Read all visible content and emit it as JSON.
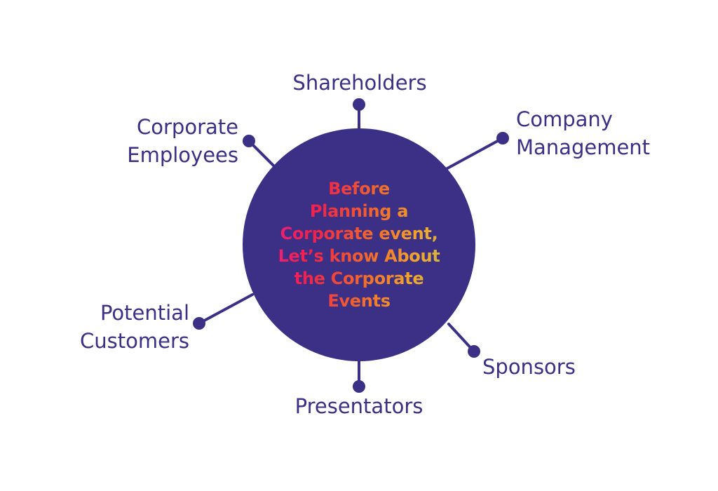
{
  "colors": {
    "hub": "#3b2f86",
    "connector": "#3b2f86",
    "label": "#3b2f86",
    "center_gradient": [
      "#e81d9b",
      "#f0224a",
      "#f26a2a",
      "#f1a62c",
      "#b9c94a"
    ]
  },
  "center": {
    "text": "Before\nPlanning a\nCorporate event,\nLet’s know About\nthe Corporate\nEvents"
  },
  "stakeholders": {
    "shareholders": "Shareholders",
    "corporate_employees": "Corporate\nEmployees",
    "company_management": "Company\nManagement",
    "potential_customers": "Potential\nCustomers",
    "sponsors": "Sponsors",
    "presentators": "Presentators"
  }
}
